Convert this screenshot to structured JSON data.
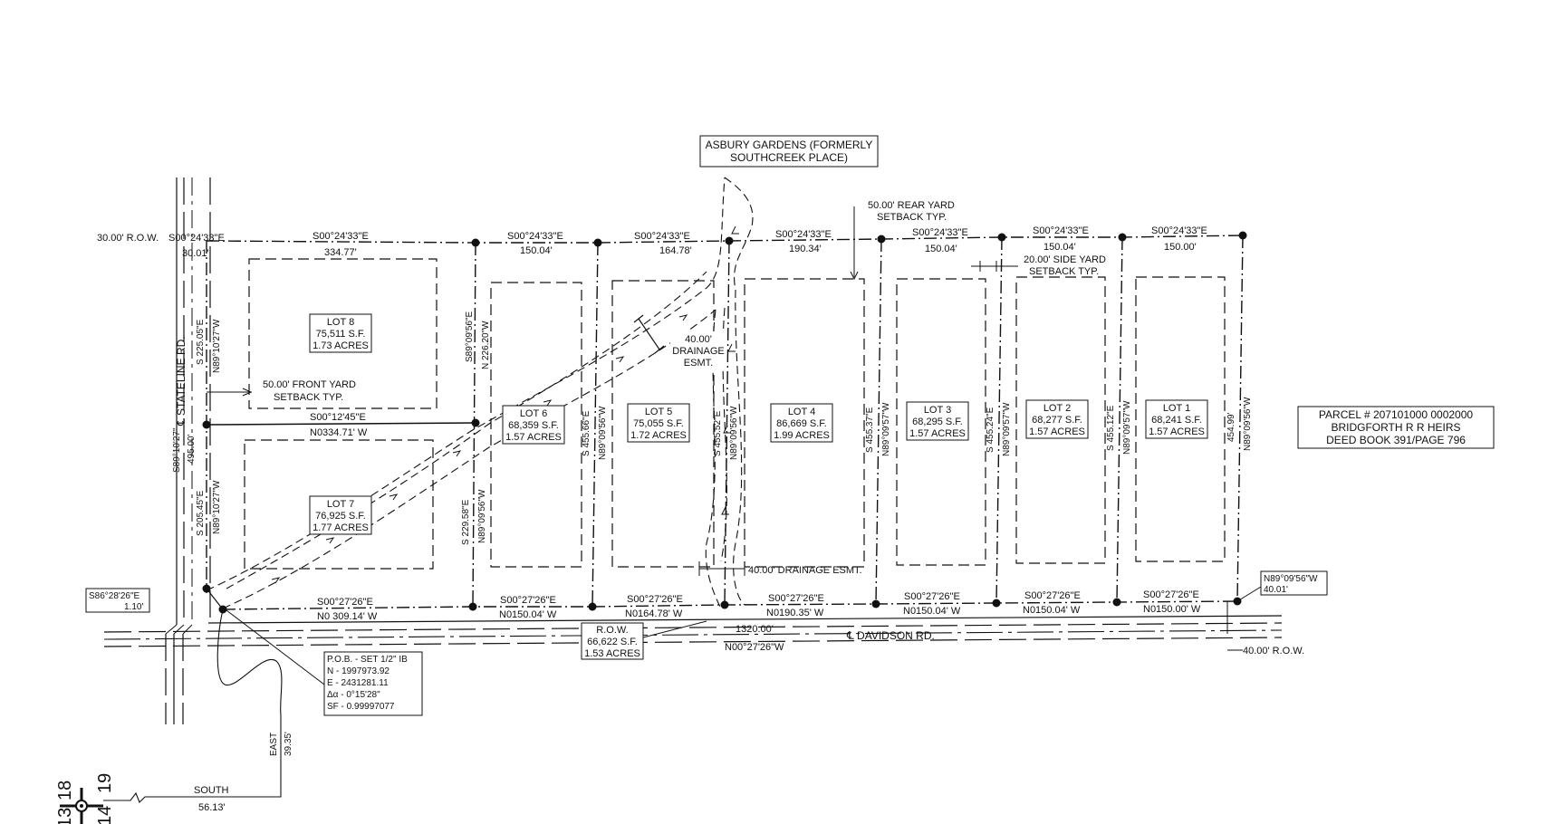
{
  "subdivision_title": [
    "ASBURY GARDENS (FORMERLY",
    "SOUTHCREEK PLACE)"
  ],
  "parcel_note": [
    "PARCEL # 207101000 0002000",
    "BRIDGFORTH R R HEIRS",
    "DEED BOOK 391/PAGE 796"
  ],
  "row_top_left": "30.00' R.O.W.",
  "row_bottom_right": "40.00' R.O.W.",
  "roads": {
    "stateline": "℄ STATELINE RD.",
    "davidson": "℄ DAVIDSON RD."
  },
  "lots": [
    {
      "name": "LOT 8",
      "sf": "75,511 S.F.",
      "acres": "1.73 ACRES"
    },
    {
      "name": "LOT 7",
      "sf": "76,925 S.F.",
      "acres": "1.77 ACRES"
    },
    {
      "name": "LOT 6",
      "sf": "68,359 S.F.",
      "acres": "1.57 ACRES"
    },
    {
      "name": "LOT 5",
      "sf": "75,055 S.F.",
      "acres": "1.72 ACRES"
    },
    {
      "name": "LOT 4",
      "sf": "86,669 S.F.",
      "acres": "1.99 ACRES"
    },
    {
      "name": "LOT 3",
      "sf": "68,295 S.F.",
      "acres": "1.57 ACRES"
    },
    {
      "name": "LOT 2",
      "sf": "68,277 S.F.",
      "acres": "1.57 ACRES"
    },
    {
      "name": "LOT 1",
      "sf": "68,241 S.F.",
      "acres": "1.57 ACRES"
    }
  ],
  "row_area": {
    "name": "R.O.W.",
    "sf": "66,622 S.F.",
    "acres": "1.53 ACRES"
  },
  "setbacks": {
    "rear": [
      "50.00' REAR YARD",
      "SETBACK TYP."
    ],
    "side": [
      "20.00' SIDE YARD",
      "SETBACK TYP."
    ],
    "front": [
      "50.00' FRONT YARD",
      "SETBACK TYP."
    ]
  },
  "drainage": {
    "esmt_a": [
      "40.00'",
      "DRAINAGE",
      "ESMT."
    ],
    "esmt_b": "40.00' DRAINAGE ESMT."
  },
  "pob": [
    "P.O.B. - SET 1/2\" IB",
    "N - 1997973.92",
    "E - 2431281.11",
    "Δα - 0°15'28\"",
    "SF - 0.99997077"
  ],
  "tie_labels": {
    "s86": [
      "S86°28'26\"E",
      "1.10'"
    ],
    "n89_right": [
      "N89°09'56\"W",
      "40.01'"
    ],
    "east": [
      "EAST",
      "39.35'"
    ],
    "south": [
      "SOUTH",
      "56.13'"
    ]
  },
  "top_bearings": [
    "S00°24'33\"E",
    "S00°24'33\"E",
    "S00°24'33\"E",
    "S00°24'33\"E",
    "S00°24'33\"E",
    "S00°24'33\"E",
    "S00°24'33\"E",
    "S00°24'33\"E"
  ],
  "top_distances": [
    "30.01'",
    "334.77'",
    "150.04'",
    "164.78'",
    "190.34'",
    "150.04'",
    "150.04'",
    "150.00'"
  ],
  "bottom_bearings": [
    "S00°27'26\"E",
    "S00°27'26\"E",
    "S00°27'26\"E",
    "S00°27'26\"E",
    "S00°27'26\"E",
    "S00°27'26\"E",
    "S00°27'26\"E"
  ],
  "bottom_distances": [
    "N0 309.14' W",
    "N0150.04' W",
    "N0164.78' W",
    "N0190.35' W",
    "N0150.04' W",
    "N0150.04' W",
    "N0150.00' W"
  ],
  "davidson_total": "1320.00'",
  "davidson_bearing": "N00°27'26\"W",
  "mid_line": {
    "bearing": "S00°12'45\"E",
    "dist": "N0334.71' W"
  },
  "vertical_labels": {
    "west_lot8": [
      "S 225.05\"E",
      "N89°10'27\"W"
    ],
    "west_total": [
      "S89°10'27\"",
      "495.00'"
    ],
    "west_lot7": [
      "S 205.45\"E",
      "N89°10'27\"W"
    ],
    "lot6_west_upper": [
      "S89°09'56\"E",
      "N 226.20\"W"
    ],
    "lot6_west_lower": [
      "S 229.58\"E",
      "N89°09'56\"W"
    ],
    "lot5_west": [
      "S 455.66\"E",
      "N89°09'56\"W"
    ],
    "lot4_west": [
      "S 455.52\"E",
      "N89°09'56\"W"
    ],
    "lot3_west": [
      "S 455.37\"E",
      "N89°09'57\"W"
    ],
    "lot2_west": [
      "S 455.24\"E",
      "N89°09'57\"W"
    ],
    "lot1_west": [
      "S 455.12\"E",
      "N89°09'57\"W"
    ],
    "east_line": [
      "454.99'",
      "N89°09'56\"W"
    ]
  },
  "north_arrow_digits": [
    "18",
    "19",
    "13",
    "14"
  ]
}
